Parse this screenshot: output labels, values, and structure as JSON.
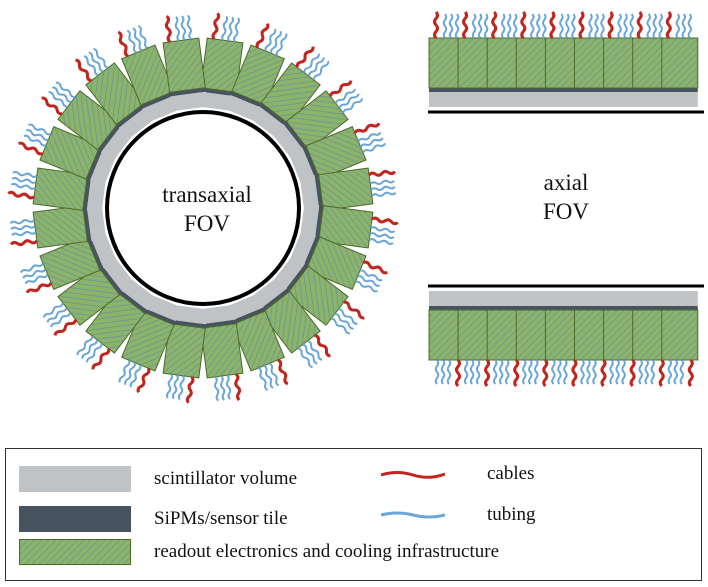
{
  "labels": {
    "transaxial_line1": "transaxial",
    "transaxial_line2": "FOV",
    "axial_line1": "axial",
    "axial_line2": "FOV"
  },
  "legend": {
    "scintillator": "scintillator volume",
    "sipm": "SiPMs/sensor tile",
    "readout": "readout electronics and cooling infrastructure",
    "cables": "cables",
    "tubing": "tubing"
  },
  "colors": {
    "scintillator": "#c0c3c6",
    "sipm": "#47535f",
    "readout_fill": "#8db36b",
    "readout_hatch": "#6a9d8e",
    "readout_border": "#4d6b26",
    "cables": "#c0261f",
    "tubing": "#6aa6d8",
    "ring": "#000000"
  },
  "ring": {
    "module_count": 24
  },
  "axial": {
    "modules_per_row": 9
  }
}
